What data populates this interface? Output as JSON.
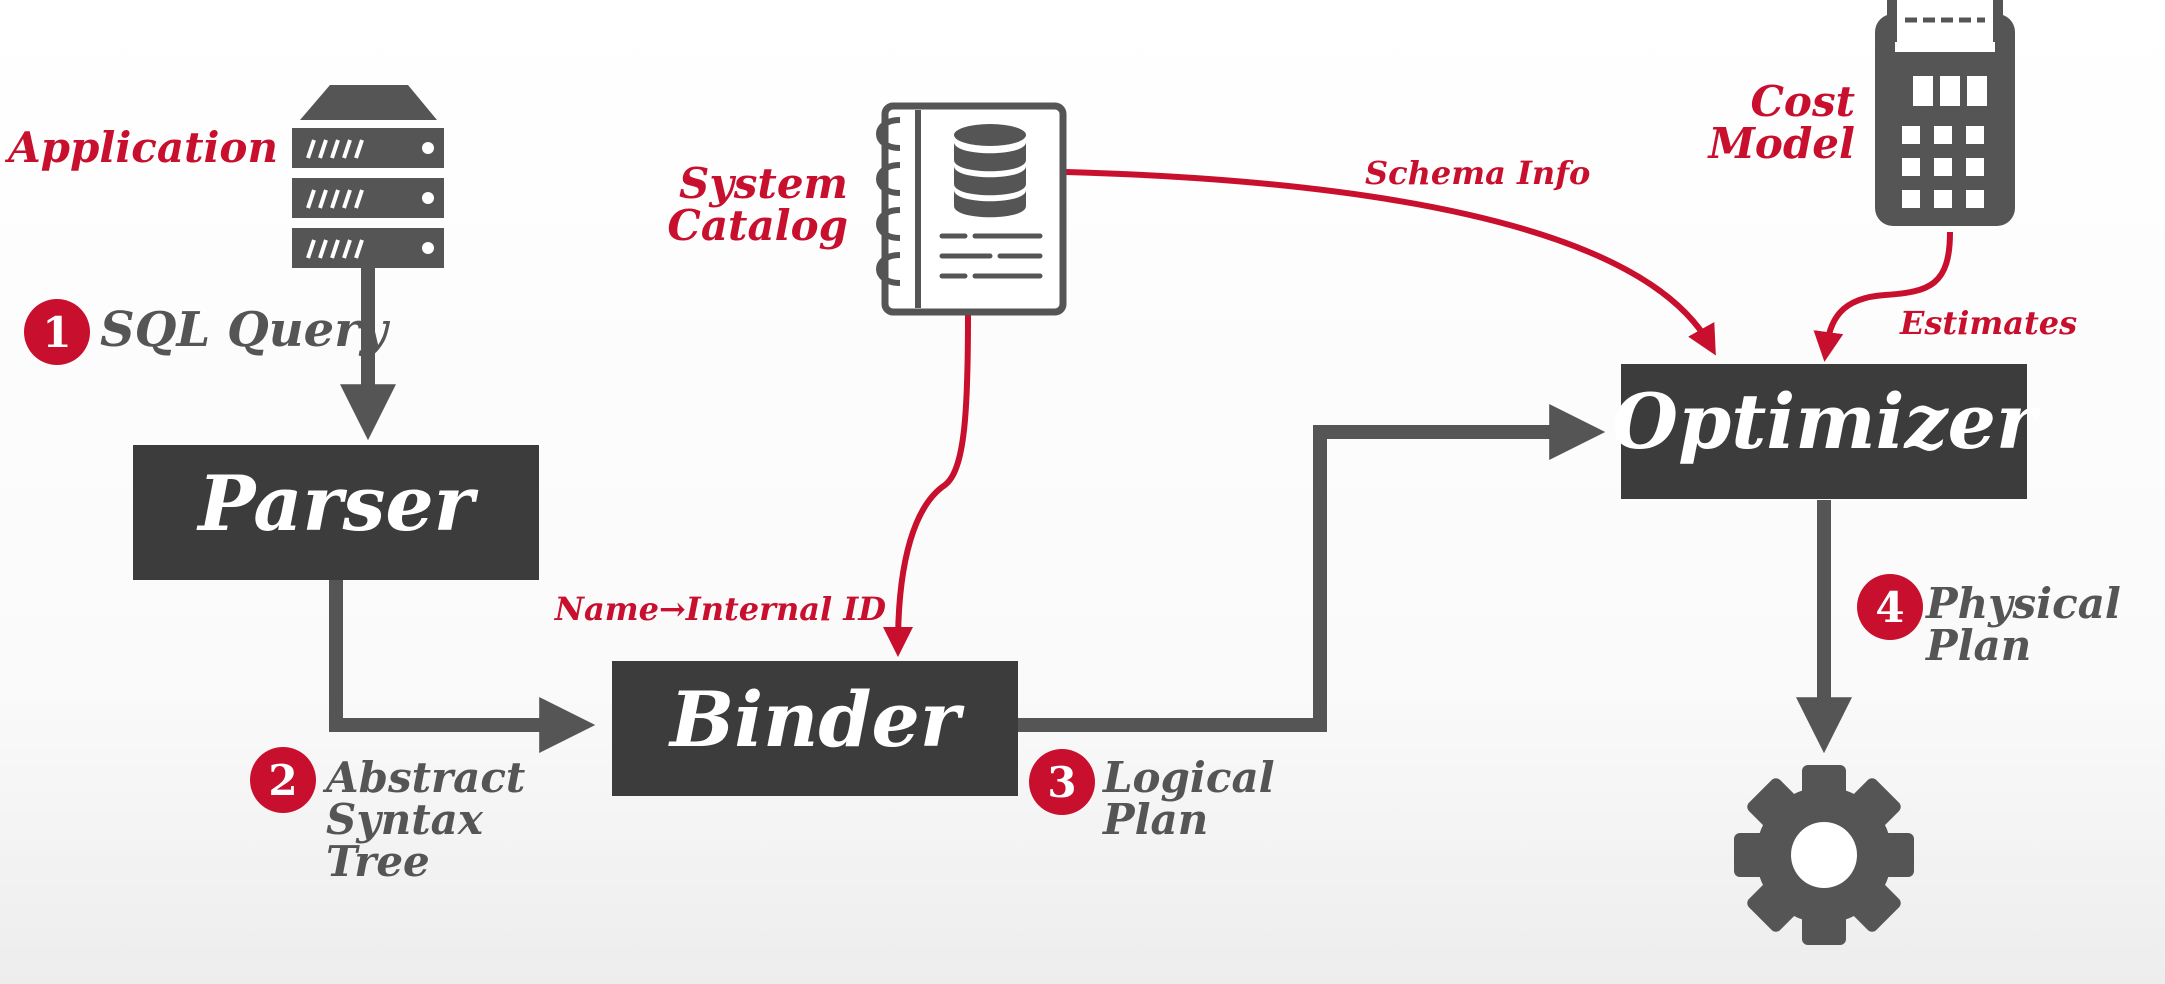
{
  "colors": {
    "accent": "#c8102e",
    "box": "#3c3c3c",
    "flow": "#555555"
  },
  "nodes": {
    "parser": "Parser",
    "binder": "Binder",
    "optimizer": "Optimizer"
  },
  "sources": {
    "application": "Application",
    "system_catalog": [
      "System",
      "Catalog"
    ],
    "cost_model": [
      "Cost",
      "Model"
    ]
  },
  "edges": {
    "schema_info": "Schema Info",
    "estimates": "Estimates",
    "name_to_id": "Name→Internal ID"
  },
  "steps": [
    {
      "number": "1",
      "lines": [
        "SQL Query"
      ]
    },
    {
      "number": "2",
      "lines": [
        "Abstract",
        "Syntax",
        "Tree"
      ]
    },
    {
      "number": "3",
      "lines": [
        "Logical",
        "Plan"
      ]
    },
    {
      "number": "4",
      "lines": [
        "Physical",
        "Plan"
      ]
    }
  ],
  "icons": [
    "server-icon",
    "catalog-notebook-icon",
    "database-icon",
    "calculator-icon",
    "gear-icon"
  ]
}
